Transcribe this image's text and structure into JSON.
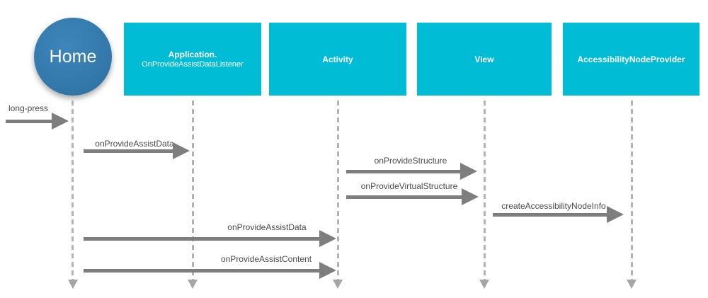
{
  "diagram": {
    "type": "sequence",
    "background": "#ffffff",
    "actors": [
      {
        "id": "home",
        "label": "Home",
        "shape": "circle"
      },
      {
        "id": "application",
        "line1": "Application.",
        "line2": "OnProvideAssistDataListener",
        "shape": "box"
      },
      {
        "id": "activity",
        "label": "Activity",
        "shape": "box"
      },
      {
        "id": "view",
        "label": "View",
        "shape": "box"
      },
      {
        "id": "accessibility-node-provider",
        "label": "AccessibilityNodeProvider",
        "shape": "box"
      }
    ],
    "messages": [
      {
        "label": "long-press",
        "from": "user",
        "to": "home"
      },
      {
        "label": "onProvideAssistData",
        "from": "home",
        "to": "application"
      },
      {
        "label": "onProvideStructure",
        "from": "activity",
        "to": "view"
      },
      {
        "label": "onProvideVirtualStructure",
        "from": "activity",
        "to": "view"
      },
      {
        "label": "createAccessibilityNodeInfo",
        "from": "view",
        "to": "accessibility-node-provider"
      },
      {
        "label": "onProvideAssistData",
        "from": "home",
        "to": "activity"
      },
      {
        "label": "onProvideAssistContent",
        "from": "home",
        "to": "activity"
      }
    ],
    "colors": {
      "box": "#00bcd4",
      "boxText": "#ffffff",
      "circle": "#3379ab",
      "arrow": "#7e7e7e",
      "lifeline": "#b4b4b4",
      "lifelineHead": "#a6a6a6",
      "labelText": "#4a4a4a"
    }
  }
}
